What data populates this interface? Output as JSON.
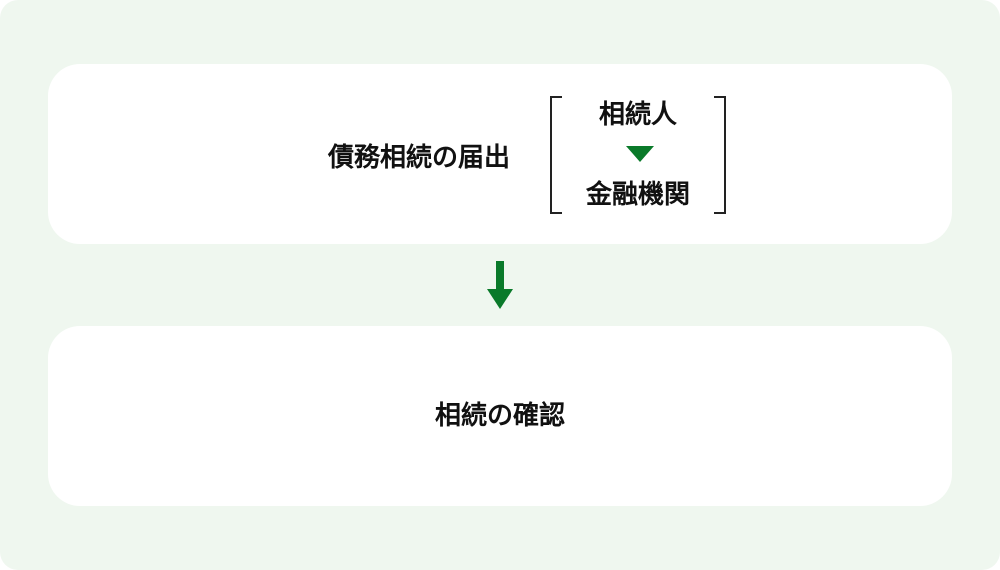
{
  "steps": [
    {
      "title": "債務相続の届出",
      "flow": {
        "from": "相続人",
        "to": "金融機関"
      }
    },
    {
      "title": "相続の確認"
    }
  ],
  "colors": {
    "background": "#eff7ef",
    "card": "#ffffff",
    "accent": "#0a7a2a"
  },
  "icons": {
    "flow_arrow": "arrow-down-icon",
    "mini_arrow": "triangle-down-icon"
  }
}
